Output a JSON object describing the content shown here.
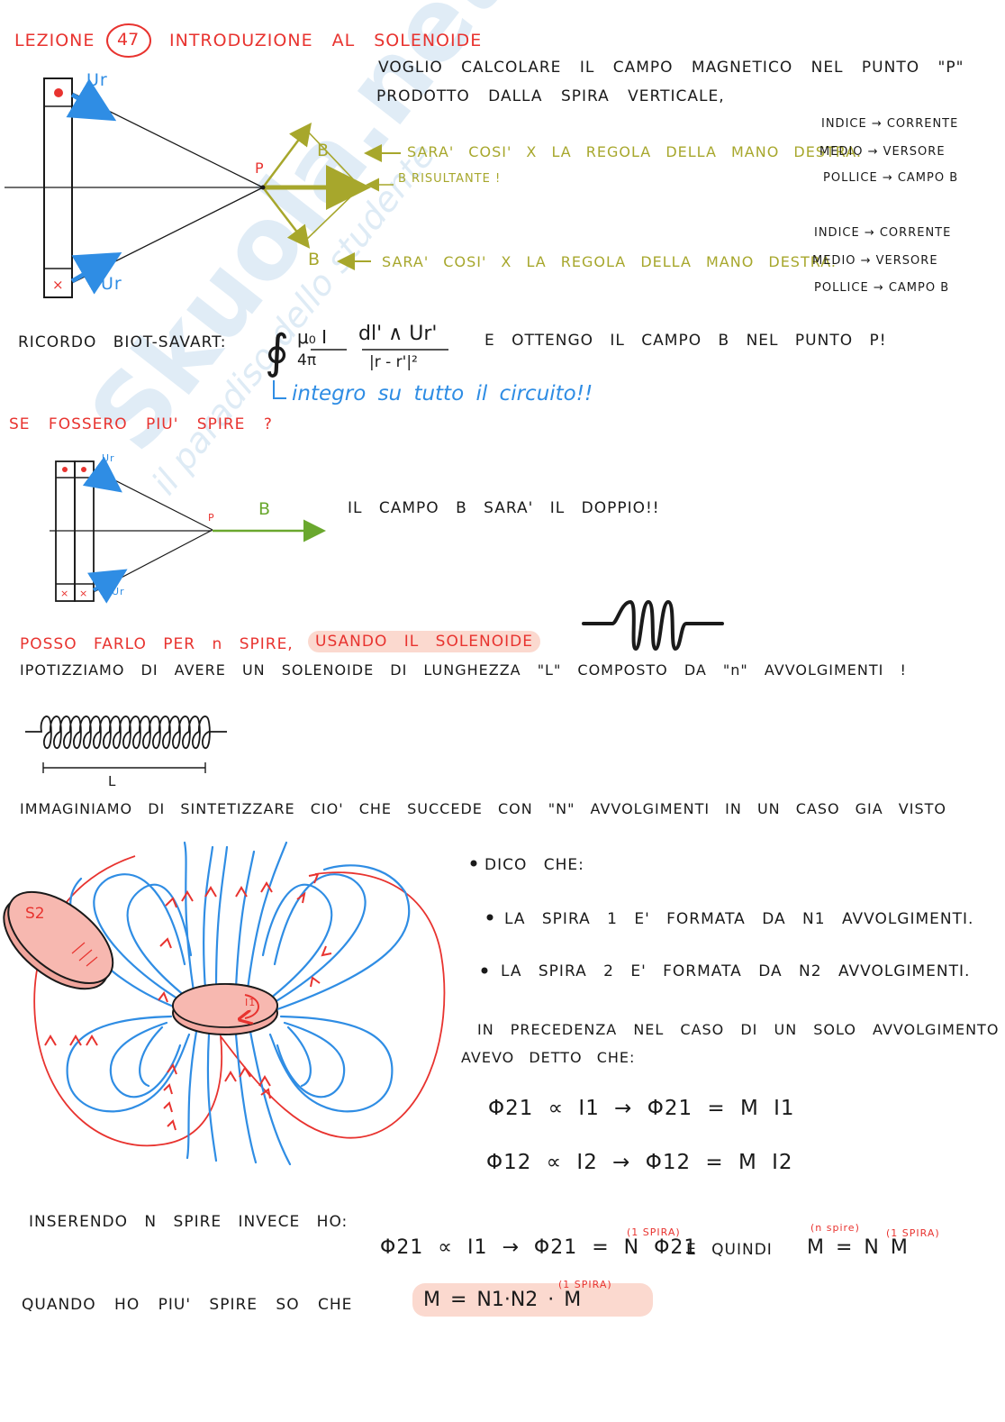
{
  "header": {
    "lezione_label": "LEZIONE",
    "lezione_number": "47",
    "title": "INTRODUZIONE AL SOLENOIDE"
  },
  "watermark": {
    "brand": "Skuola.net",
    "tagline": "il paradiso dello studente"
  },
  "section1": {
    "intro_line1": "VOGLIO CALCOLARE IL CAMPO MAGNETICO NEL PUNTO \"P\"",
    "intro_line2": "PRODOTTO DALLA SPIRA VERTICALE,",
    "ur_top": "Ur",
    "ur_bottom": "Ur",
    "point_p": "P",
    "b_top": "B",
    "b_bottom": "B",
    "risultante": "B RISULTANTE !",
    "rule_top": "SARA' COSI' X LA REGOLA DELLA MANO DESTRA.",
    "rule_bottom": "SARA' COSI' X LA REGOLA DELLA MANO DESTRA.",
    "legend_top": [
      "INDICE → CORRENTE",
      "MEDIO → VERSORE",
      "POLLICE → CAMPO B"
    ],
    "legend_bottom": [
      "INDICE → CORRENTE",
      "MEDIO → VERSORE",
      "POLLICE → CAMPO B"
    ],
    "biot_label": "RICORDO BIOT-SAVART:",
    "biot_formula_num": "μ₀ I",
    "biot_formula_den": "4π",
    "biot_frac_num": "dl' ∧ Ur'",
    "biot_frac_den": "|r - r'|²",
    "biot_result": "E OTTENGO IL CAMPO B NEL PUNTO P!",
    "integral_note": "integro su tutto il circuito!!"
  },
  "section2": {
    "question": "SE FOSSERO PIU' SPIRE ?",
    "ur_top": "Ur",
    "ur_bottom": "Ur",
    "point_p": "P",
    "b_label": "B",
    "result": "IL CAMPO B SARA' IL DOPPIO!!"
  },
  "section3": {
    "line1_a": "POSSO FARLO PER n SPIRE,",
    "line1_b": "USANDO IL SOLENOIDE",
    "line2": "IPOTIZZIAMO DI AVERE UN SOLENOIDE DI LUNGHEZZA \"L\" COMPOSTO DA \"n\" AVVOLGIMENTI !",
    "length_label": "L",
    "synth_line": "IMMAGINIAMO DI SINTETIZZARE CIO' CHE SUCCEDE CON \"N\" AVVOLGIMENTI IN UN CASO GIA VISTO"
  },
  "section4": {
    "s2_label": "S2",
    "i1_label": "I1",
    "dico": "DICO CHE:",
    "bullet1": "LA SPIRA 1 E' FORMATA DA N1 AVVOLGIMENTI.",
    "bullet2": "LA SPIRA 2 E' FORMATA DA N2 AVVOLGIMENTI.",
    "prec_line1": "IN PRECEDENZA NEL CASO DI UN SOLO AVVOLGIMENTO",
    "prec_line2": "AVEVO DETTO CHE:",
    "formula1": "Φ21 ∝ I1 → Φ21 = M I1",
    "formula2": "Φ12 ∝ I2 → Φ12 = M I2"
  },
  "section5": {
    "inserendo": "INSERENDO N SPIRE INVECE HO:",
    "formula": "Φ21 ∝ I1 → Φ21 = N Φ21",
    "sup_1spira": "(1 SPIRA)",
    "quindi": "E QUINDI",
    "m_formula": "M = N M",
    "sup_nspire": "(n spire)",
    "sup_1spira_b": "(1 SPIRA)",
    "quando": "QUANDO HO PIU' SPIRE SO CHE",
    "final_formula": "M = N1·N2 · M",
    "sup_final": "(1 SPIRA)"
  },
  "colors": {
    "red": "#e8332f",
    "blue": "#2f8de4",
    "olive": "#a7a72c",
    "green": "#6aa82e",
    "highlight": "#fbd9cf",
    "watermark": "#cfe2f2"
  }
}
